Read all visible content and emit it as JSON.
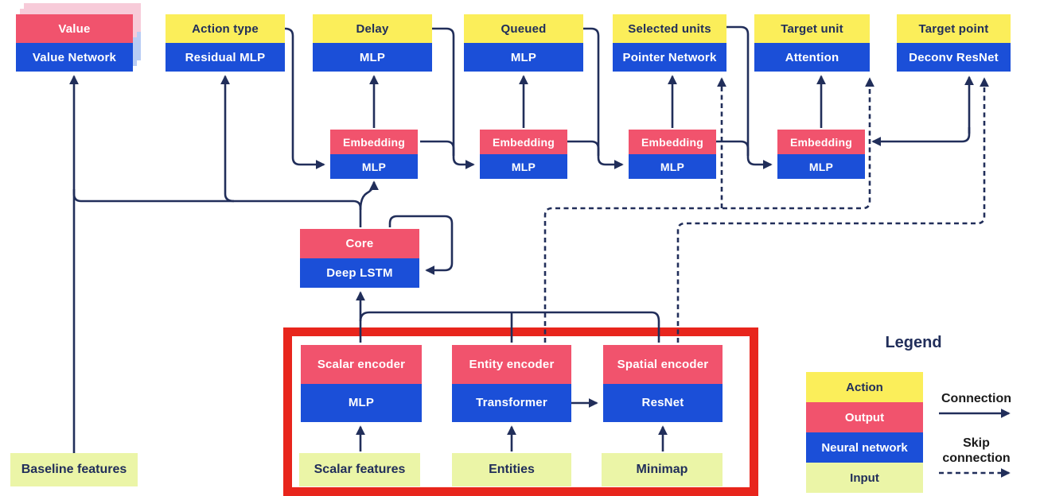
{
  "heads": [
    {
      "top": "Value",
      "bottom": "Value Network"
    },
    {
      "top": "Action type",
      "bottom": "Residual MLP"
    },
    {
      "top": "Delay",
      "bottom": "MLP"
    },
    {
      "top": "Queued",
      "bottom": "MLP"
    },
    {
      "top": "Selected units",
      "bottom": "Pointer Network"
    },
    {
      "top": "Target unit",
      "bottom": "Attention"
    },
    {
      "top": "Target point",
      "bottom": "Deconv ResNet"
    }
  ],
  "embeddings": [
    {
      "top": "Embedding",
      "bottom": "MLP"
    },
    {
      "top": "Embedding",
      "bottom": "MLP"
    },
    {
      "top": "Embedding",
      "bottom": "MLP"
    },
    {
      "top": "Embedding",
      "bottom": "MLP"
    }
  ],
  "core": {
    "top": "Core",
    "bottom": "Deep LSTM"
  },
  "encoders": [
    {
      "top": "Scalar encoder",
      "bottom": "MLP"
    },
    {
      "top": "Entity encoder",
      "bottom": "Transformer"
    },
    {
      "top": "Spatial encoder",
      "bottom": "ResNet"
    }
  ],
  "inputs": {
    "baseline": "Baseline features",
    "scalar": "Scalar features",
    "entities": "Entities",
    "minimap": "Minimap"
  },
  "legend": {
    "title": "Legend",
    "items": [
      {
        "label": "Action"
      },
      {
        "label": "Output"
      },
      {
        "label": "Neural network"
      },
      {
        "label": "Input"
      }
    ],
    "connection_label": "Connection",
    "skip_connection_label": "Skip connection"
  },
  "colors": {
    "action_yellow": "#FBEE5A",
    "output_pink": "#F1536D",
    "network_blue": "#1B4FD8",
    "input_green": "#EBF5A7",
    "line_navy": "#212E5A",
    "highlight_red": "#E8251C",
    "shadow_pink": "#F7CBD9",
    "shadow_blue": "#B9CDF4"
  }
}
